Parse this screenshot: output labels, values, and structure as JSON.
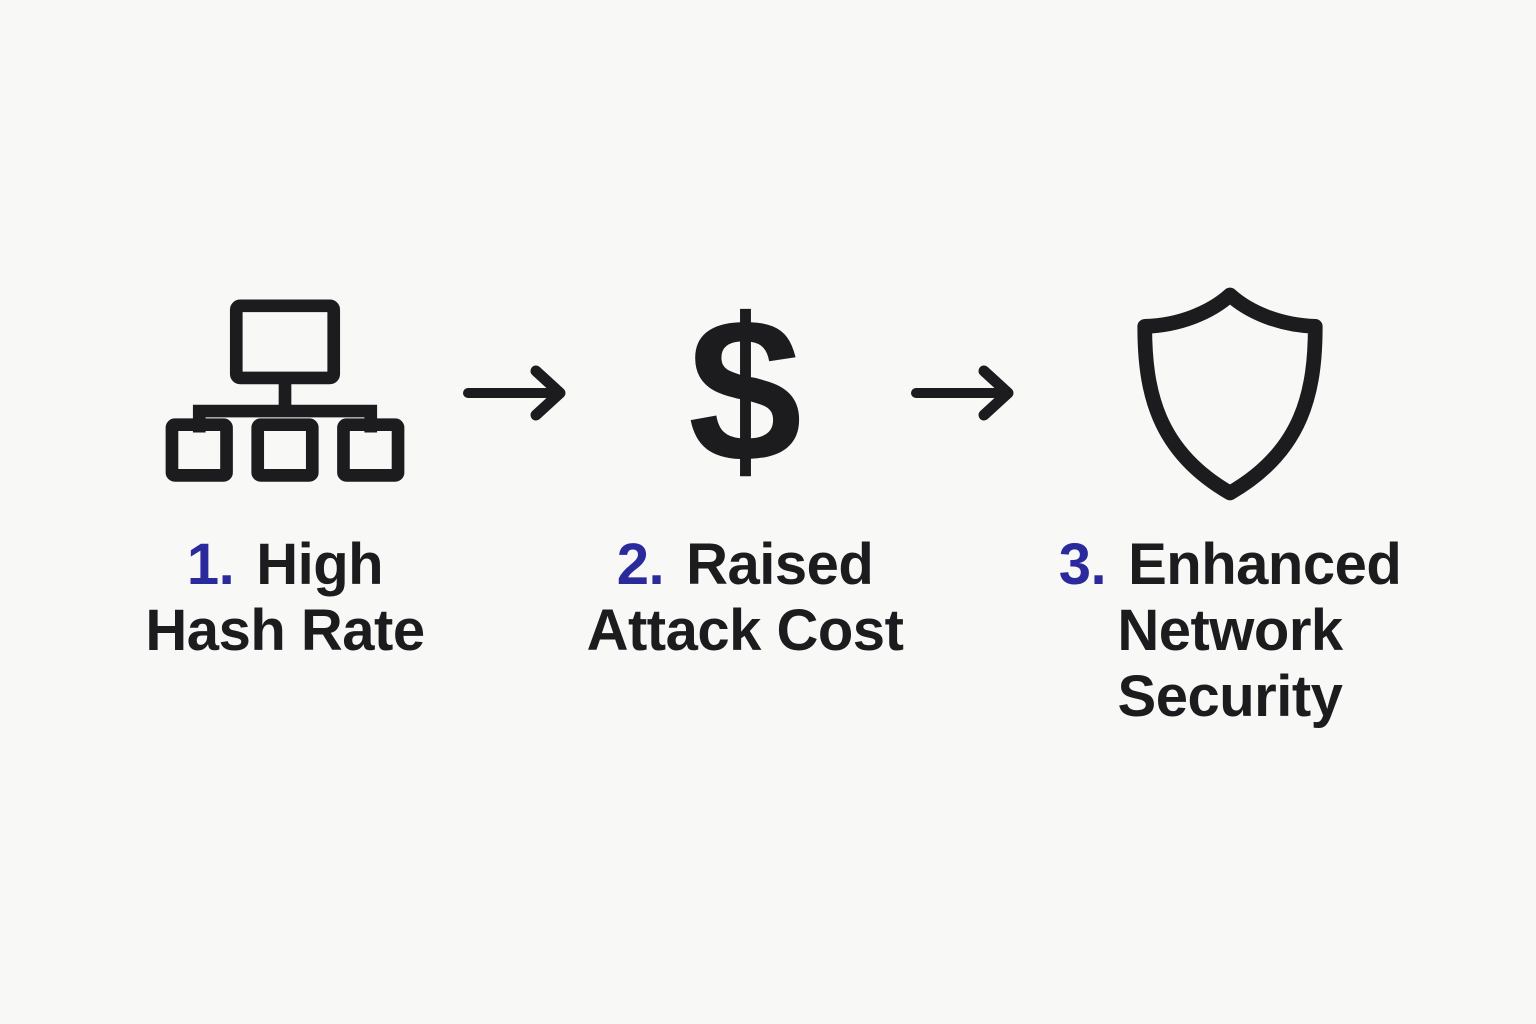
{
  "diagram": {
    "type": "flow",
    "direction": "left-to-right",
    "colors": {
      "background": "#F8F8F6",
      "ink": "#1C1C1F",
      "accent_number": "#2A2A9C"
    },
    "steps": [
      {
        "number": "1.",
        "line1": "High",
        "line2": "Hash Rate",
        "line3": "",
        "icon": "network-hierarchy-icon"
      },
      {
        "number": "2.",
        "line1": "Raised",
        "line2": "Attack Cost",
        "line3": "",
        "icon": "dollar-sign-icon",
        "symbol": "$"
      },
      {
        "number": "3.",
        "line1": "Enhanced",
        "line2": "Network",
        "line3": "Security",
        "icon": "shield-icon"
      }
    ],
    "connectors": [
      {
        "icon": "arrow-right-icon",
        "from": "step-1",
        "to": "step-2"
      },
      {
        "icon": "arrow-right-icon",
        "from": "step-2",
        "to": "step-3"
      }
    ]
  }
}
